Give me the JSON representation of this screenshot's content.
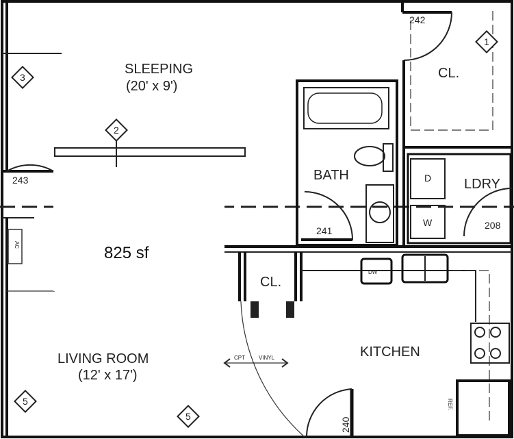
{
  "area_label": "825 sf",
  "rooms": {
    "sleeping": {
      "name": "SLEEPING",
      "dims": "(20' x 9')"
    },
    "closet_top": {
      "name": "CL."
    },
    "bath": {
      "name": "BATH"
    },
    "laundry": {
      "name": "LDRY",
      "dryer": "D",
      "washer": "W"
    },
    "closet_mid": {
      "name": "CL."
    },
    "kitchen": {
      "name": "KITCHEN",
      "dishwasher": "DW",
      "refrigerator": "REF."
    },
    "living": {
      "name": "LIVING ROOM",
      "dims": "(12' x 17')"
    },
    "ac": {
      "name": "AC"
    }
  },
  "door_tags": [
    "242",
    "243",
    "241",
    "208",
    "240"
  ],
  "diamond_tags": [
    "1",
    "3",
    "2",
    "5",
    "5"
  ],
  "flooring_note": {
    "left": "CPT",
    "right": "VINYL"
  }
}
